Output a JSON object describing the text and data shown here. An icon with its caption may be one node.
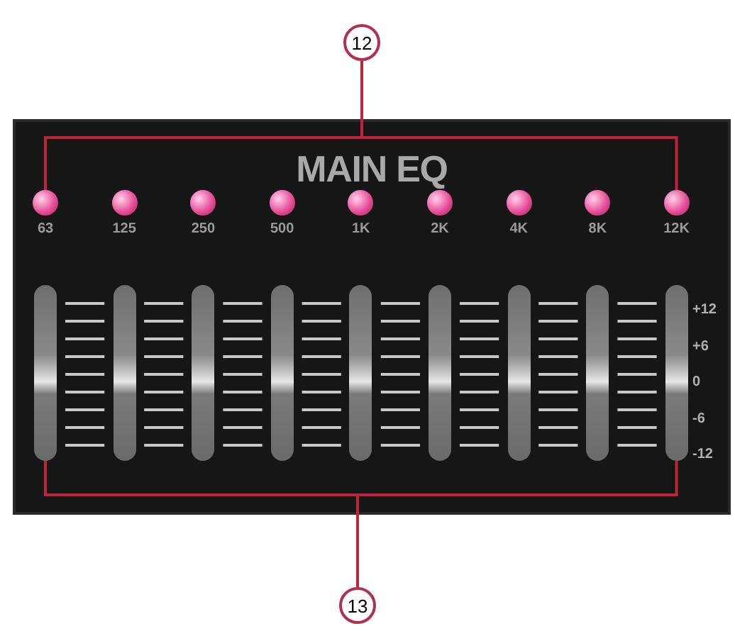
{
  "diagram": {
    "nodes": [
      {
        "text": [
          "12"
        ]
      },
      {
        "text": [
          "MAIN EQ"
        ]
      },
      {
        "text": [],
        "shape": "circle",
        "in": 1
      },
      {
        "text": [],
        "shape": "circle",
        "in": 1
      },
      {
        "text": [],
        "shape": "circle",
        "in": 1
      },
      {
        "text": [],
        "shape": "circle",
        "in": 1
      },
      {
        "text": [],
        "shape": "circle",
        "in": 1
      },
      {
        "text": [],
        "shape": "circle",
        "in": 1
      },
      {
        "text": [],
        "shape": "circle",
        "in": 1
      },
      {
        "text": [],
        "shape": "circle",
        "in": 1
      },
      {
        "text": [],
        "shape": "circle",
        "in": 1
      },
      {
        "text": [],
        "shape": "bar",
        "in": 1
      },
      {
        "text": [],
        "shape": "bar",
        "in": 1
      },
      {
        "text": [],
        "shape": "bar",
        "in": 1
      },
      {
        "text": [],
        "shape": "bar",
        "in": 1
      },
      {
        "text": [],
        "shape": "bar",
        "in": 1
      },
      {
        "text": [],
        "shape": "bar",
        "in": 1
      },
      {
        "text": [],
        "shape": "bar",
        "in": 1
      },
      {
        "text": [],
        "shape": "bar",
        "in": 1
      },
      {
        "text": [],
        "shape": "bar",
        "in": 1
      },
      {
        "text": [
          "13"
        ]
      }
    ],
    "edges": [
      {
        "from": 0,
        "to": 2,
        "arrow": "none",
        "color": "#c0243a"
      },
      {
        "from": 0,
        "to": 10,
        "arrow": "none",
        "color": "#c0243a"
      },
      {
        "from": 20,
        "to": 11,
        "arrow": "none",
        "color": "#c0243a"
      },
      {
        "from": 20,
        "to": 19,
        "arrow": "none",
        "color": "#c0243a"
      }
    ],
    "labels": [
      "63",
      "125",
      "250",
      "500",
      "1K",
      "2K",
      "4K",
      "8K",
      "12K",
      "+12",
      "+6",
      "0",
      "-6",
      "-12"
    ]
  }
}
